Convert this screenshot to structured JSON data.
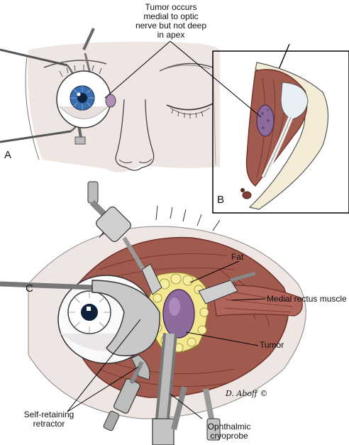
{
  "panels": {
    "a": {
      "letter": "A"
    },
    "b": {
      "letter": "B"
    },
    "c": {
      "letter": "C"
    }
  },
  "callouts": {
    "tumor_location": [
      "Tumor occurs",
      "medial to optic",
      "nerve but not deep",
      "in apex"
    ],
    "fat": "Fat",
    "medial_rectus": "Medial rectus muscle",
    "tumor": "Tumor",
    "retractor": [
      "Self-retaining",
      "retractor"
    ],
    "cryoprobe": [
      "Ophthalmic",
      "cryoprobe"
    ]
  },
  "signature": "D. Aboff ©",
  "colors": {
    "skin": "#efe6e3",
    "muscle": "#a05a4e",
    "muscle_dark": "#6e3128",
    "tumor": "#8c6c9c",
    "fat": "#f3e890",
    "iris": "#3b6fb0",
    "bone": "#f4ecd6",
    "instrument": "#9a9a9a"
  }
}
